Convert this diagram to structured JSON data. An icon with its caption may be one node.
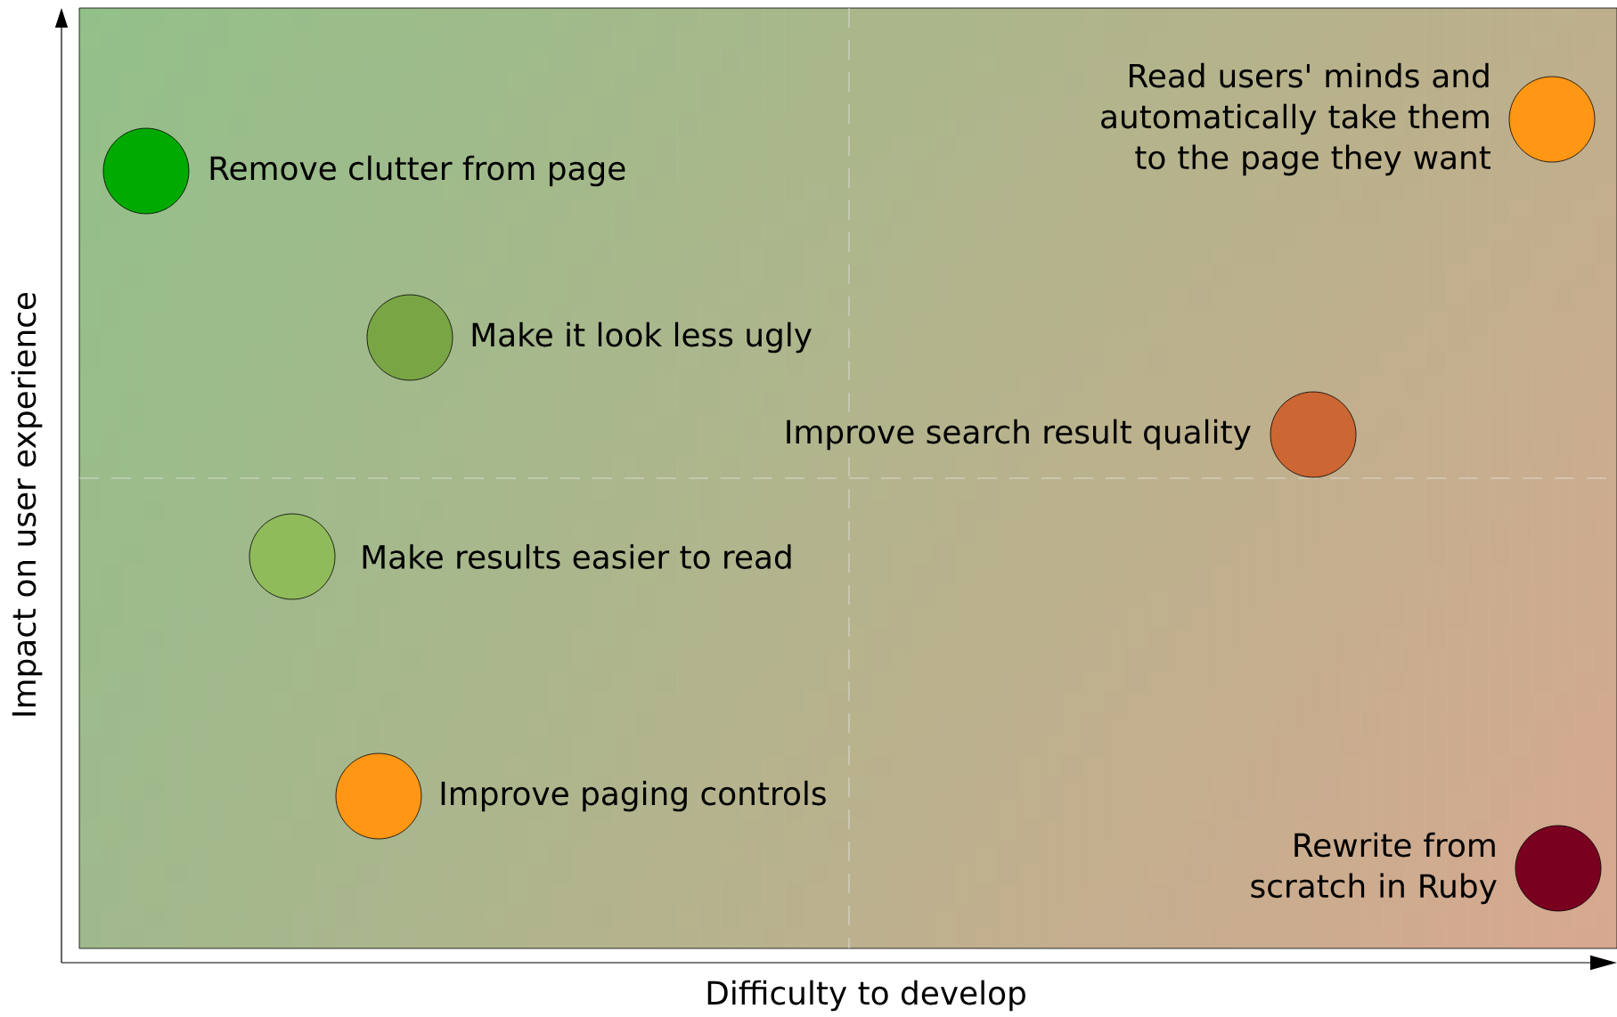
{
  "diagram": {
    "nodes": [
      {
        "text": [],
        "shape": "circle",
        "beside": [
          "Read users' minds and automatically take them to the page they want"
        ]
      },
      {
        "text": [],
        "shape": "circle",
        "beside": [
          "Remove clutter from page"
        ]
      },
      {
        "text": [],
        "shape": "circle",
        "beside": [
          "Make it look less ugly"
        ]
      },
      {
        "text": [],
        "shape": "circle",
        "beside": [
          "Improve search result quality"
        ]
      },
      {
        "text": [],
        "shape": "circle",
        "beside": [
          "Make results easier to read"
        ]
      },
      {
        "text": [],
        "shape": "circle",
        "beside": [
          "Improve paging controls"
        ]
      },
      {
        "text": [],
        "shape": "circle",
        "beside": [
          "Rewrite from scratch in Ruby"
        ]
      }
    ],
    "edges": [],
    "labels": [
      "Impact on user experience",
      "Difficulty to develop"
    ]
  }
}
